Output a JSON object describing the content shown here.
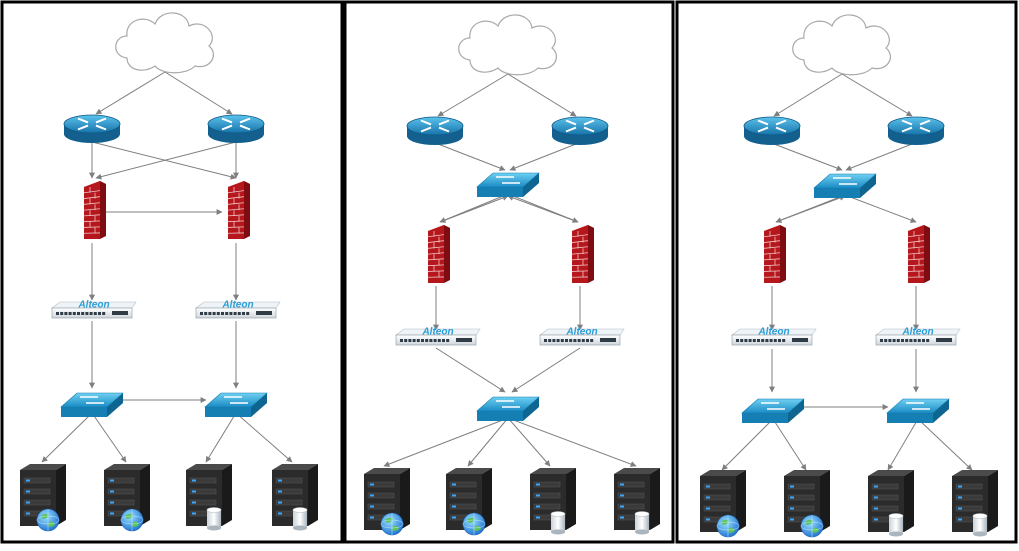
{
  "diagram": {
    "panels": [
      {
        "topology": "dual-router-crossed-firewalls-separate-switches"
      },
      {
        "topology": "dual-router-shared-switch-firewalls-shared-server-switch"
      },
      {
        "topology": "dual-router-shared-switch-firewalls-linked-server-switches"
      }
    ],
    "device_types": [
      "cloud-icon",
      "router-icon",
      "firewall-icon",
      "load-balancer-icon",
      "switch-icon",
      "web-server-icon",
      "db-server-icon"
    ],
    "load_balancer_label": "Alteon",
    "colors": {
      "panel_border": "#000000",
      "link": "#7f7f7f",
      "router": "#1f8fc7",
      "switch": "#29a3d6",
      "firewall": "#b5171d",
      "server": "#2b2b2b",
      "cloud": "#ffffff"
    }
  }
}
